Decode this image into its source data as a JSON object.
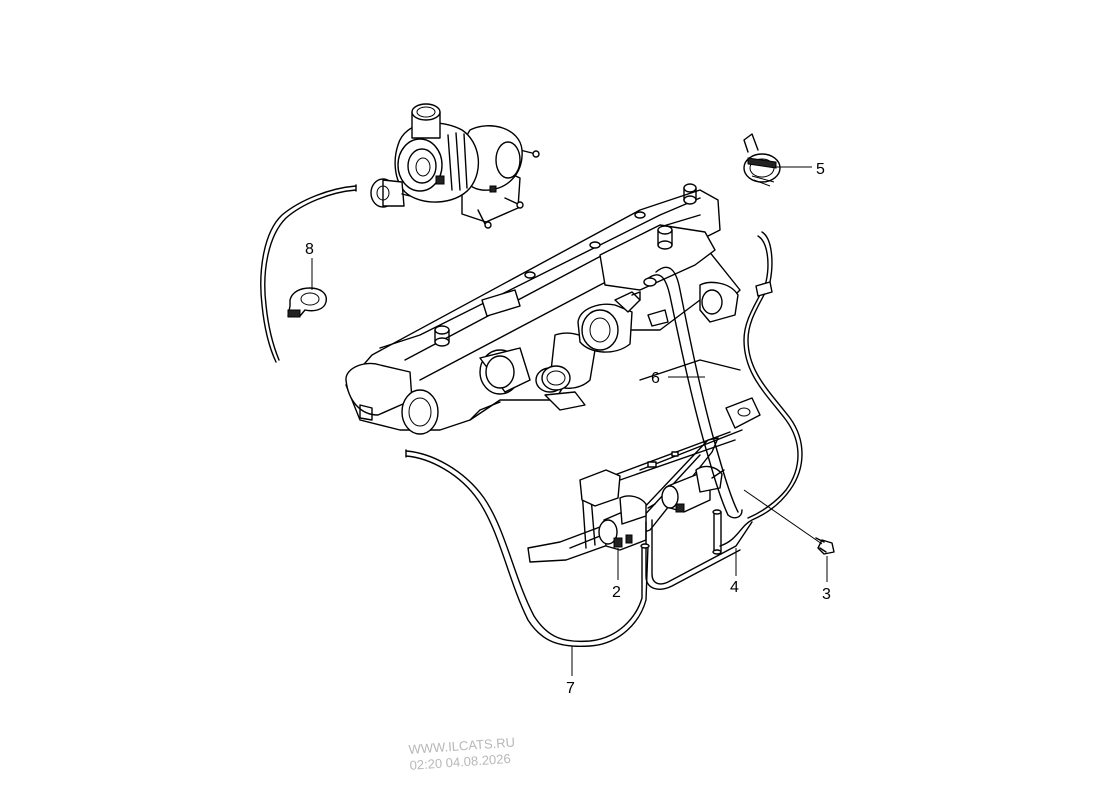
{
  "callouts": {
    "c1": "2",
    "c2": "3",
    "c3": "4",
    "c4": "5",
    "c5": "6",
    "c6": "7",
    "c7": "8"
  },
  "watermark": {
    "site": "WWW.ILCATS.RU",
    "datetime": "02:20 04.08.2026"
  }
}
